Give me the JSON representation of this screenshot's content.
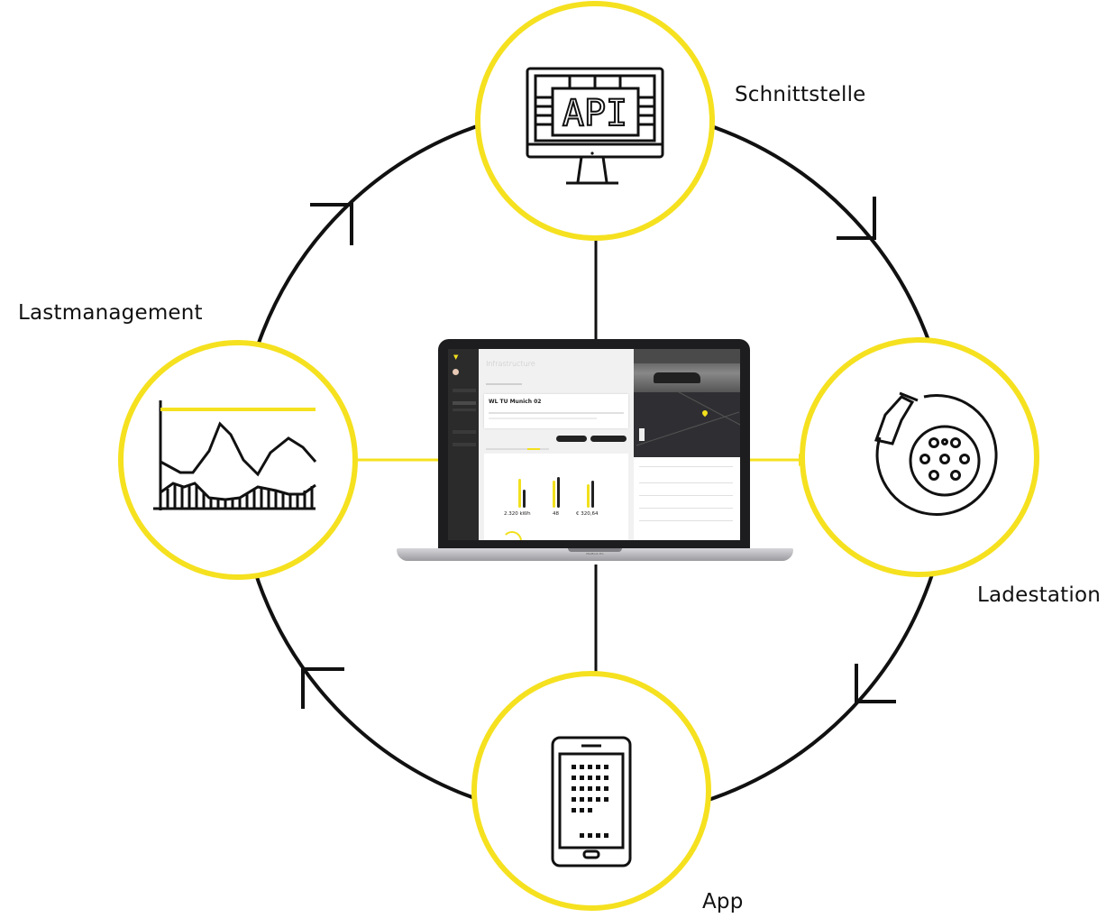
{
  "nodes": {
    "api": {
      "label": "Schnittstelle",
      "icon": "api-monitor-icon",
      "icon_text": "API"
    },
    "charging": {
      "label": "Ladestation",
      "icon": "ev-charging-connector-icon"
    },
    "app": {
      "label": "App",
      "icon": "smartphone-app-icon"
    },
    "load": {
      "label": "Lastmanagement",
      "icon": "line-chart-icon"
    }
  },
  "laptop": {
    "brand": "MacBook Pro",
    "screen": {
      "page_title": "Infrastructure",
      "card_title": "WL TU Munich 02",
      "stats": [
        "2.320 kWh",
        "48",
        "€ 320,64"
      ]
    }
  },
  "colors": {
    "ring": "#111111",
    "node_border": "#f5e11f",
    "accent": "#f2e01c",
    "text": "#111111"
  }
}
